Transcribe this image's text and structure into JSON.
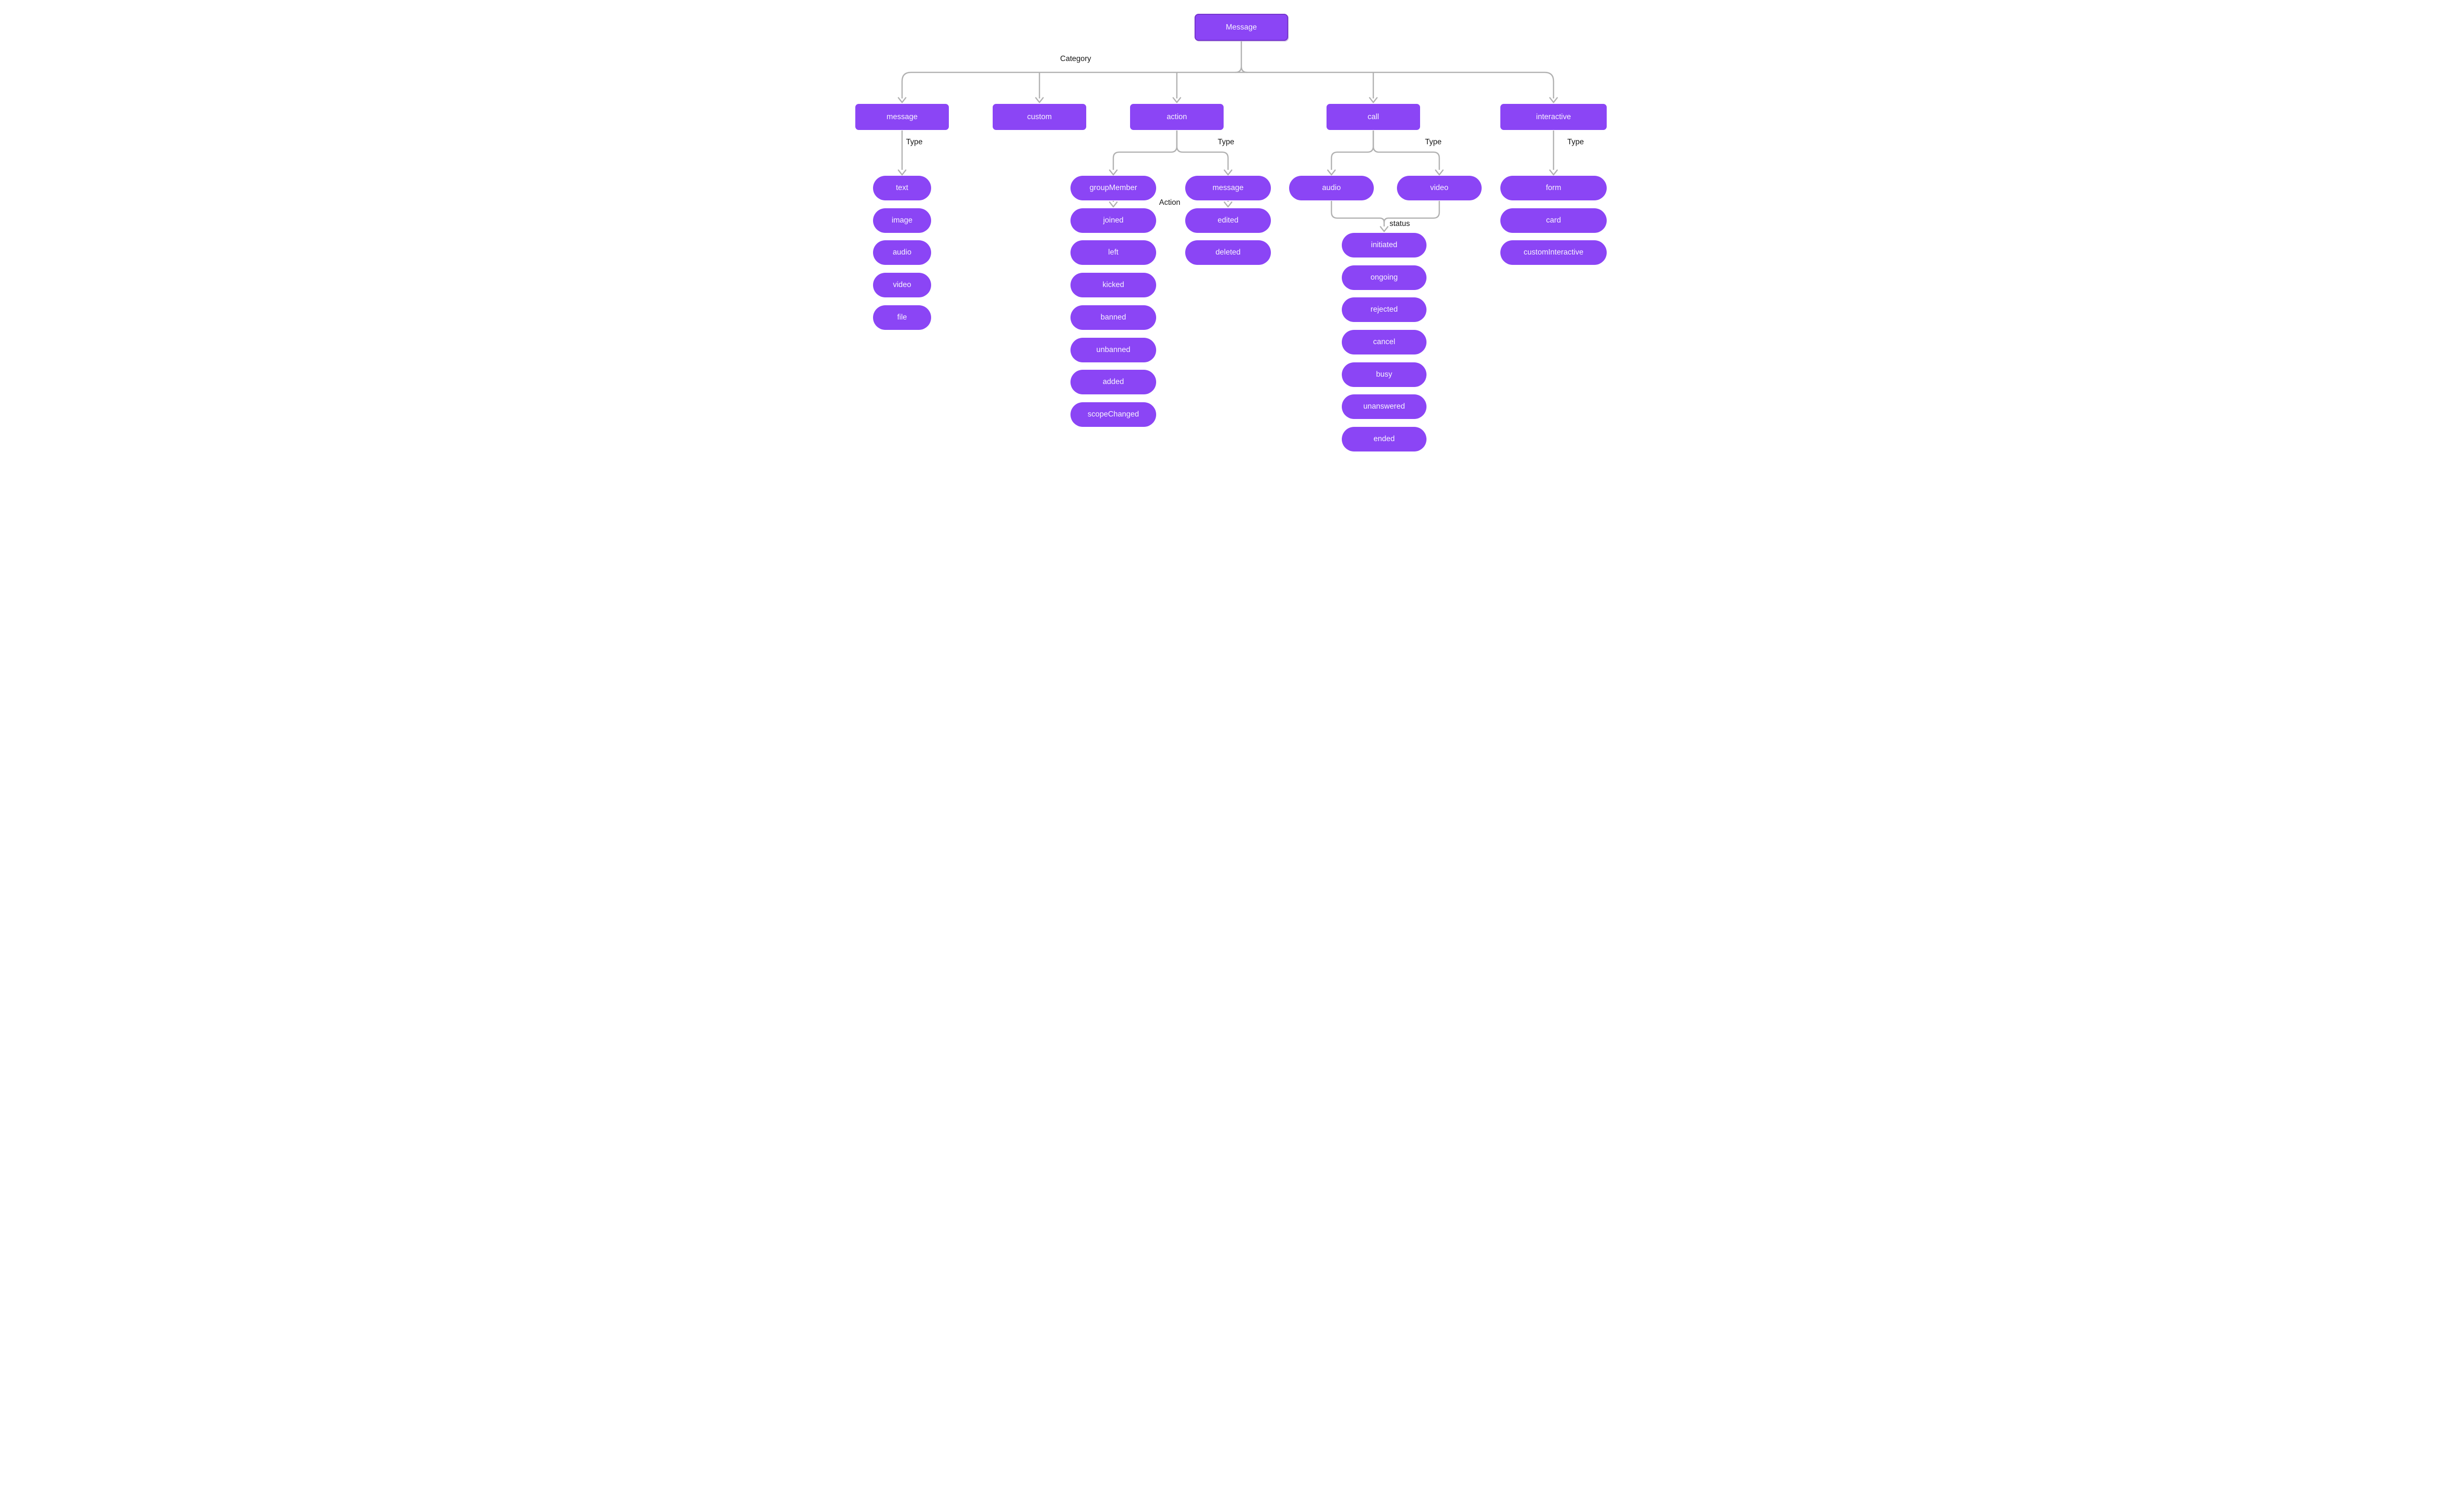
{
  "hierarchy": {
    "root": "Message",
    "category_children": [
      "message",
      "custom",
      "action",
      "call",
      "interactive"
    ],
    "message_types": [
      "text",
      "image",
      "audio",
      "video",
      "file"
    ],
    "action_types": [
      "groupMember",
      "message"
    ],
    "groupMember_actions": [
      "joined",
      "left",
      "kicked",
      "banned",
      "unbanned",
      "added",
      "scopeChanged"
    ],
    "action_message_states": [
      "edited",
      "deleted"
    ],
    "call_types": [
      "audio",
      "video"
    ],
    "call_statuses": [
      "initiated",
      "ongoing",
      "rejected",
      "cancel",
      "busy",
      "unanswered",
      "ended"
    ],
    "interactive_types": [
      "form",
      "card",
      "customInteractive"
    ]
  },
  "labels": {
    "category": "Category",
    "type": "Type",
    "action": "Action",
    "status": "status"
  },
  "colors": {
    "node_fill": "#8b45f5",
    "root_border": "#7433cb",
    "connector": "#b1b1b1",
    "node_text": "#f7f2ff",
    "label_text": "#161616",
    "background": "#ffffff"
  }
}
